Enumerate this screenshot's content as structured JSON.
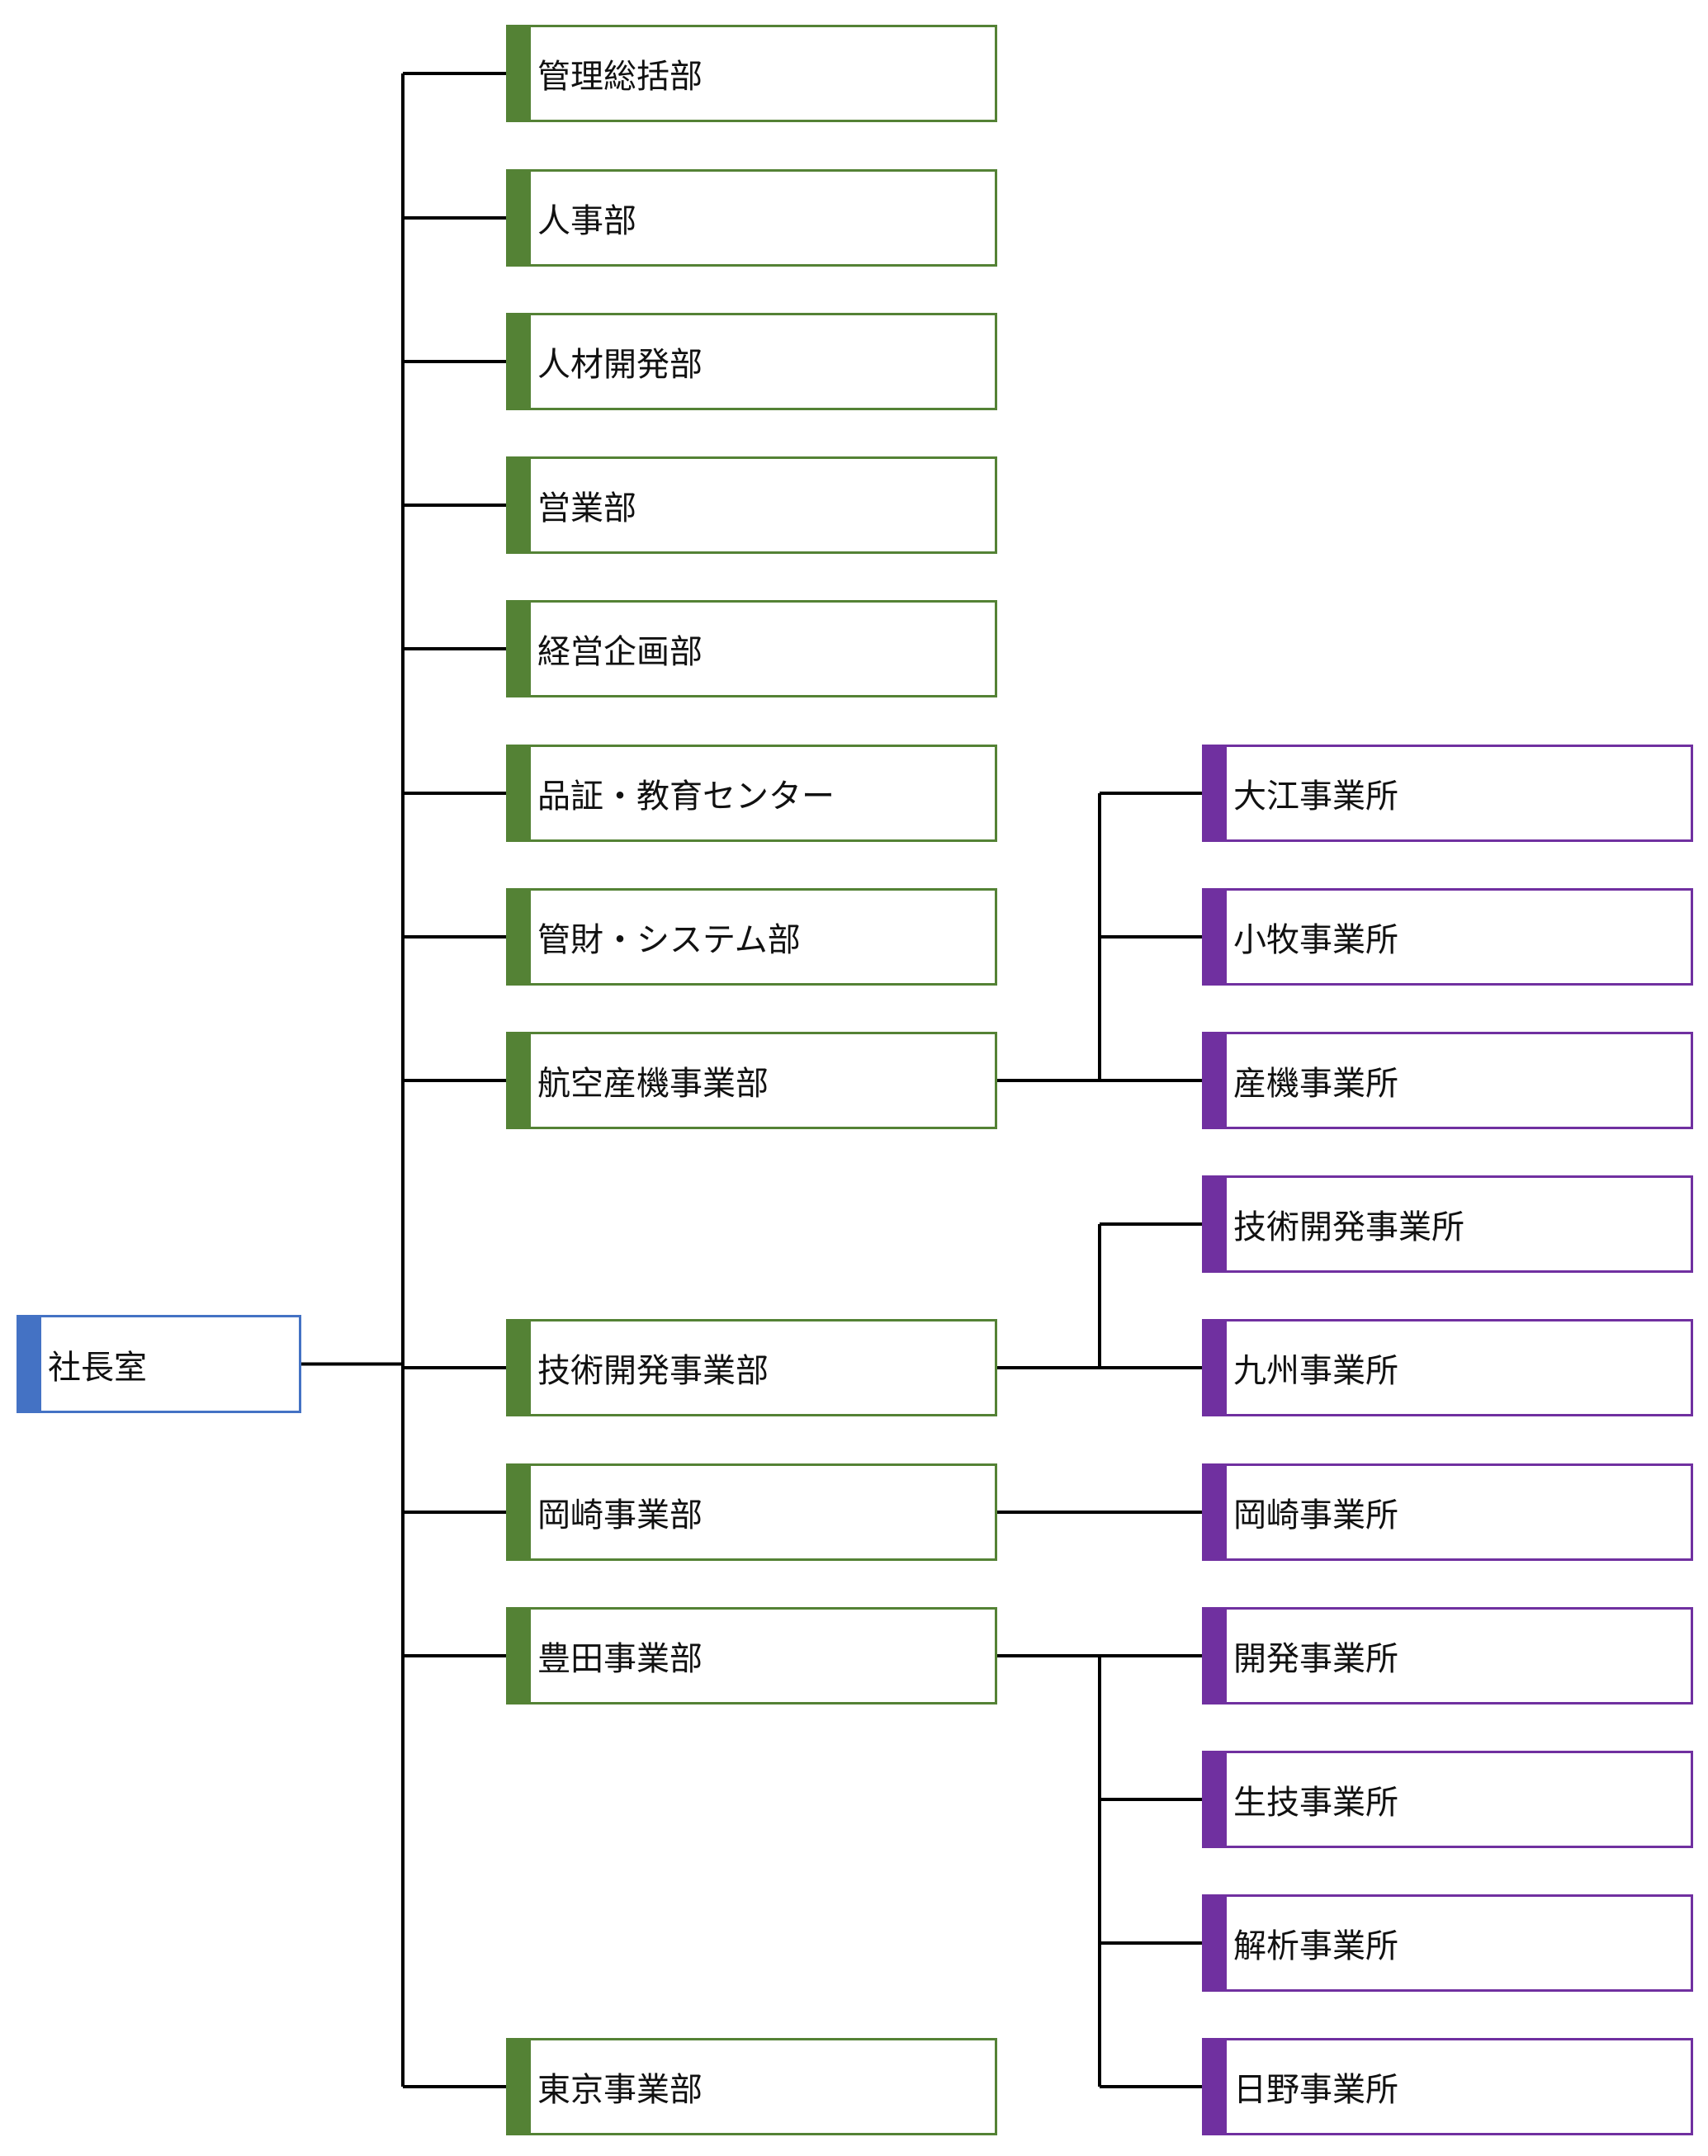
{
  "colors": {
    "root_accent": "#4472c4",
    "dept_accent": "#548235",
    "office_accent": "#7030a0",
    "connector": "#000000"
  },
  "root": {
    "label": "社長室"
  },
  "departments": [
    {
      "label": "管理総括部",
      "offices": []
    },
    {
      "label": "人事部",
      "offices": []
    },
    {
      "label": "人材開発部",
      "offices": []
    },
    {
      "label": "営業部",
      "offices": []
    },
    {
      "label": "経営企画部",
      "offices": []
    },
    {
      "label": "品証・教育センター",
      "offices": []
    },
    {
      "label": "管財・システム部",
      "offices": []
    },
    {
      "label": "航空産機事業部",
      "offices": [
        "大江事業所",
        "小牧事業所",
        "産機事業所"
      ]
    },
    {
      "label": "技術開発事業部",
      "offices": [
        "技術開発事業所",
        "九州事業所"
      ]
    },
    {
      "label": "岡崎事業部",
      "offices": [
        "岡崎事業所"
      ]
    },
    {
      "label": "豊田事業部",
      "offices": [
        "開発事業所",
        "生技事業所",
        "解析事業所",
        "日野事業所"
      ]
    },
    {
      "label": "東京事業部",
      "offices": []
    }
  ]
}
